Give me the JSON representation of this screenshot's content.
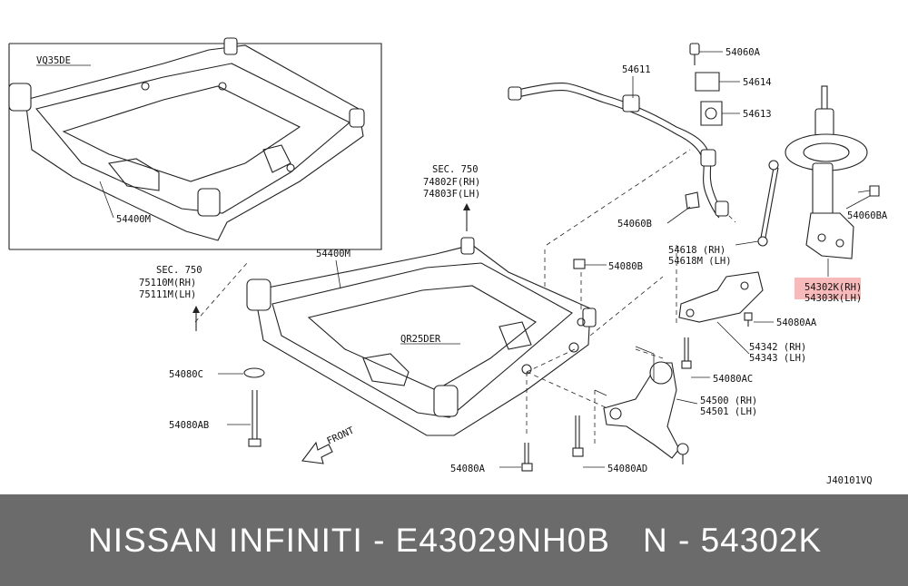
{
  "diagram": {
    "variant_vq": "VQ35DE",
    "variant_qr": "QR25DER",
    "front": "FRONT",
    "code": "J40101VQ",
    "highlight_color": "#f08080",
    "labels": {
      "p54400m_top": "54400M",
      "p54400m_main": "54400M",
      "p54060a": "54060A",
      "p54611": "54611",
      "p54614": "54614",
      "p54613": "54613",
      "p54060b": "54060B",
      "p54060ba": "54060BA",
      "sec750_a": "SEC. 750",
      "p74802f": "74802F(RH)",
      "p74803f": "74803F(LH)",
      "sec750_b": "SEC. 750",
      "p75110m": "75110M(RH)",
      "p75111m": "75111M(LH)",
      "p54618": "54618 (RH)",
      "p54618m": "54618M (LH)",
      "p54080b": "54080B",
      "p54302k": "54302K(RH)",
      "p54303k": "54303K(LH)",
      "p54080aa": "54080AA",
      "p54342": "54342 (RH)",
      "p54343": "54343 (LH)",
      "p54080ac": "54080AC",
      "p54500": "54500 (RH)",
      "p54501": "54501 (LH)",
      "p54080c": "54080C",
      "p54080ab": "54080AB",
      "p54080a": "54080A",
      "p54080ad": "54080AD"
    }
  },
  "footer": {
    "left": "NISSAN  INFINITI - E43029NH0B",
    "right": "N - 54302K"
  }
}
